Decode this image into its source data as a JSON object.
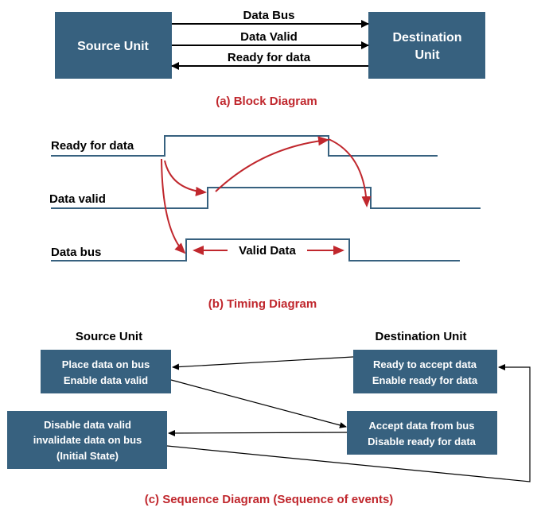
{
  "block": {
    "source": "Source Unit",
    "destination_line1": "Destination",
    "destination_line2": "Unit",
    "data_bus": "Data Bus",
    "data_valid": "Data Valid",
    "ready_for_data": "Ready for data",
    "caption": "(a) Block Diagram"
  },
  "timing": {
    "ready_for_data": "Ready for data",
    "data_valid": "Data valid",
    "data_bus": "Data bus",
    "valid_data": "Valid Data",
    "caption": "(b) Timing Diagram"
  },
  "sequence": {
    "source_header": "Source Unit",
    "destination_header": "Destination Unit",
    "src_box1_line1": "Place data on bus",
    "src_box1_line2": "Enable data valid",
    "src_box2_line1": "Disable data valid",
    "src_box2_line2": "invalidate data on bus",
    "src_box2_line3": "(Initial State)",
    "dst_box1_line1": "Ready to accept data",
    "dst_box1_line2": "Enable ready for data",
    "dst_box2_line1": "Accept data from bus",
    "dst_box2_line2": "Disable ready for data",
    "caption": "(c) Sequence Diagram (Sequence of events)"
  },
  "colors": {
    "box_fill": "#37617f",
    "caption_red": "#c0272d",
    "signal_line": "#37617f"
  }
}
